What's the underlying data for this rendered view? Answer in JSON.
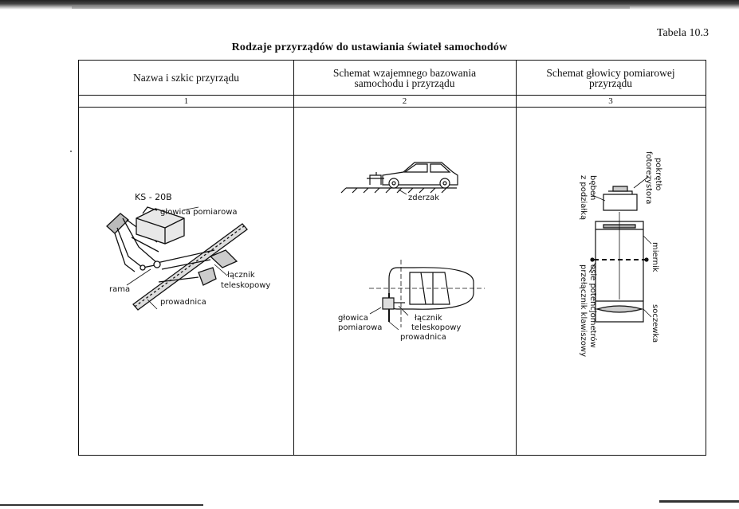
{
  "table_number": "Tabela 10.3",
  "title": "Rodzaje przyrządów do ustawiania świateł samochodów",
  "columns": [
    {
      "header_line1": "Nazwa i szkic przyrządu",
      "header_line2": "",
      "number": "1"
    },
    {
      "header_line1": "Schemat wzajemnego bazowania",
      "header_line2": "samochodu i przyrządu",
      "number": "2"
    },
    {
      "header_line1": "Schemat głowicy pomiarowej",
      "header_line2": "przyrządu",
      "number": "3"
    }
  ],
  "col1": {
    "model": "KS - 20B",
    "label_head": "głowica pomiarowa",
    "label_frame": "rama",
    "label_link1": "łącznik",
    "label_link2": "teleskopowy",
    "label_rail": "prowadnica"
  },
  "col2": {
    "label_bumper": "zderzak",
    "label_head1": "głowica",
    "label_head2": "pomiarowa",
    "label_link1": "łącznik",
    "label_link2": "teleskopowy",
    "label_rail": "prowadnica"
  },
  "col3": {
    "label_knob1": "pokrętło",
    "label_knob2": "fotorezystora",
    "label_drum1": "bęben",
    "label_drum2": "z podziałką",
    "label_meter": "miernik",
    "label_lens": "soczewka",
    "label_axes": "osie potencjometrów",
    "label_switch": "przełącznik klawiszowy"
  }
}
